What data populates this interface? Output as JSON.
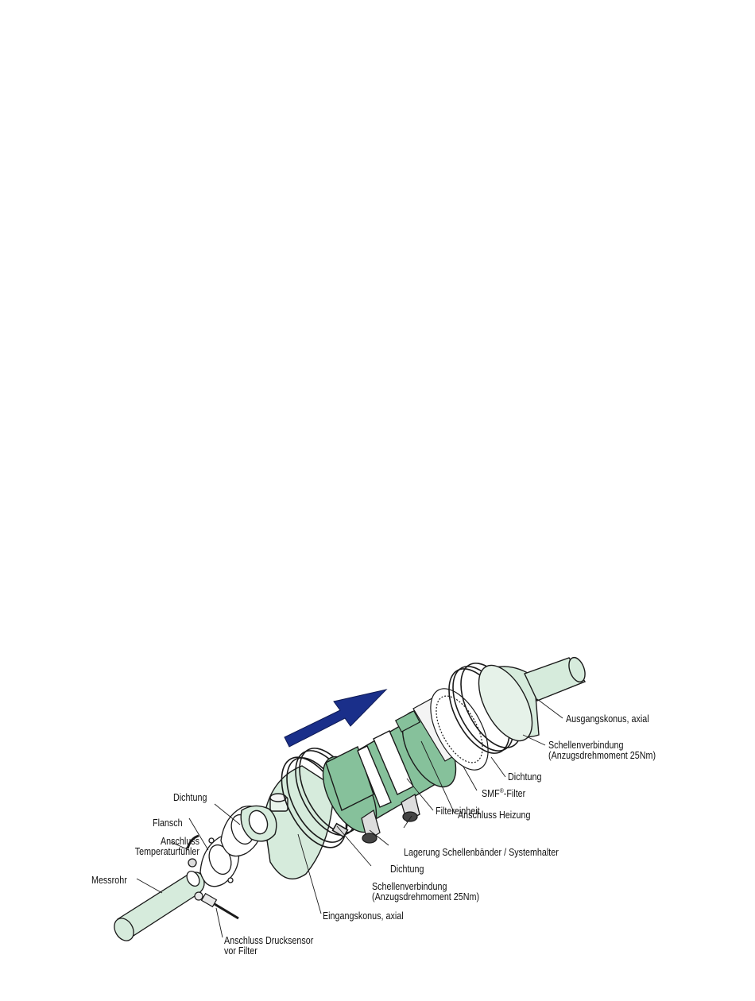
{
  "labels": {
    "ausgangskonus": "Ausgangskonus, axial",
    "schellen_oben_1": "Schellenverbindung",
    "schellen_oben_2": "(Anzugsdrehmoment 25Nm)",
    "dichtung_rechts": "Dichtung",
    "smf_a": "SMF",
    "smf_reg": "®",
    "smf_b": "-Filter",
    "anschluss_heizung": "Anschluss Heizung",
    "filtereinheit": "Filtereinheit",
    "lagerung": "Lagerung Schellenbänder / Systemhalter",
    "dichtung_mitte": "Dichtung",
    "schellen_unten_1": "Schellenverbindung",
    "schellen_unten_2": "(Anzugsdrehmoment 25Nm)",
    "eingangskonus": "Eingangskonus, axial",
    "dichtung_links": "Dichtung",
    "flansch": "Flansch",
    "temp_1": "Anschluss",
    "temp_2": "Temperaturfühler",
    "messrohr": "Messrohr",
    "druck_1": "Anschluss Drucksensor",
    "druck_2": "vor Filter"
  },
  "colors": {
    "arrow": "#1a2f8a",
    "housing": "#d6ebdc",
    "housing_dark": "#86c19b",
    "outline": "#1a1a1a"
  }
}
